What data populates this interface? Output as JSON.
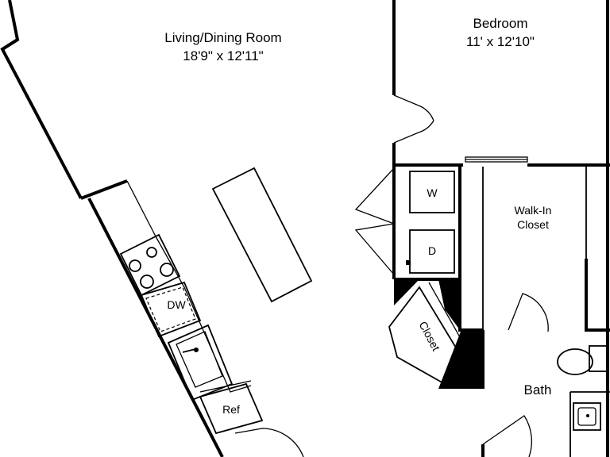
{
  "rooms": {
    "living": {
      "name": "Living/Dining Room",
      "dims": "18'9\" x 12'11\""
    },
    "bedroom": {
      "name": "Bedroom",
      "dims": "11' x 12'10\""
    },
    "walkin_closet": {
      "line1": "Walk-In",
      "line2": "Closet"
    },
    "closet": {
      "name": "Closet"
    },
    "bath": {
      "name": "Bath"
    }
  },
  "fixtures": {
    "washer": "W",
    "dryer": "D",
    "dishwasher": "DW",
    "refrigerator": "Ref"
  }
}
